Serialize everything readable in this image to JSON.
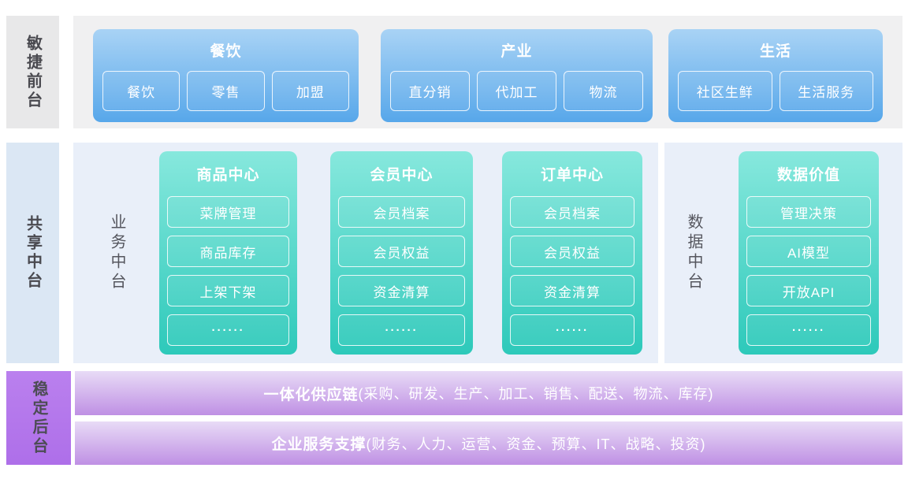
{
  "front": {
    "label": "敏捷前台",
    "cards": [
      {
        "title": "餐饮",
        "items": [
          "餐饮",
          "零售",
          "加盟"
        ]
      },
      {
        "title": "产业",
        "items": [
          "直分销",
          "代加工",
          "物流"
        ]
      },
      {
        "title": "生活",
        "items": [
          "社区生鲜",
          "生活服务"
        ]
      }
    ]
  },
  "middle": {
    "label": "共享中台",
    "business": {
      "label": "业务中台",
      "cards": [
        {
          "title": "商品中心",
          "items": [
            "菜牌管理",
            "商品库存",
            "上架下架",
            "······"
          ]
        },
        {
          "title": "会员中心",
          "items": [
            "会员档案",
            "会员权益",
            "资金清算",
            "······"
          ]
        },
        {
          "title": "订单中心",
          "items": [
            "会员档案",
            "会员权益",
            "资金清算",
            "······"
          ]
        }
      ]
    },
    "data": {
      "label": "数据中台",
      "cards": [
        {
          "title": "数据价值",
          "items": [
            "管理决策",
            "AI模型",
            "开放API",
            "······"
          ]
        }
      ]
    }
  },
  "back": {
    "label": "稳定后台",
    "bars": [
      {
        "title": "一体化供应链",
        "detail": "(采购、研发、生产、加工、销售、配送、物流、库存)"
      },
      {
        "title": "企业服务支撑",
        "detail": "(财务、人力、运营、资金、预算、IT、战略、投资)"
      }
    ]
  },
  "colors": {
    "front_card_top": "#a9d3f5",
    "front_card_bottom": "#57a7ea",
    "teal_card_top": "#87e8dd",
    "teal_card_bottom": "#2dc9ba",
    "back_bar_top": "#e8dbf6",
    "back_bar_bottom": "#bf90e4",
    "back_sidebar": "#b478ec",
    "front_sidebar_bg": "#e8e8e9",
    "front_panel_bg": "#f0f0f1",
    "mid_sidebar_bg": "#dbe7f4",
    "mid_panel_bg": "#e9eff9",
    "label_text": "#4a4a50"
  }
}
